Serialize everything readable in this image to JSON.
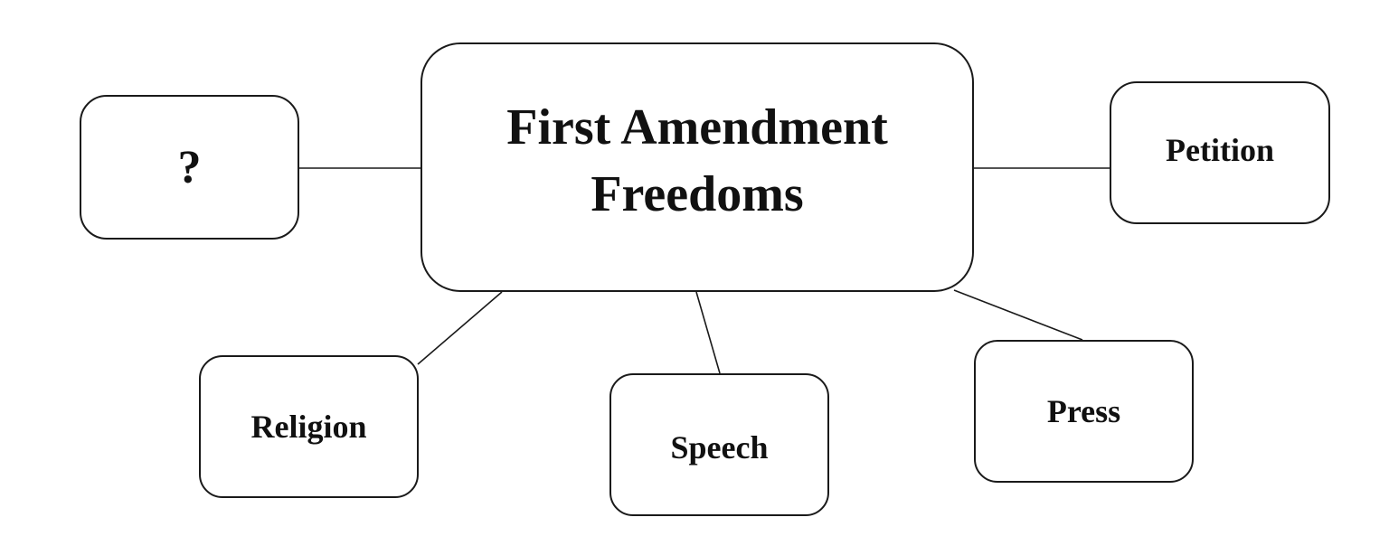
{
  "diagram": {
    "center": {
      "line1": "First Amendment",
      "line2": "Freedoms"
    },
    "nodes": {
      "unknown": "?",
      "petition": "Petition",
      "religion": "Religion",
      "speech": "Speech",
      "press": "Press"
    },
    "colors": {
      "border": "#1a1a1a",
      "text": "#111111",
      "background": "#ffffff"
    }
  }
}
